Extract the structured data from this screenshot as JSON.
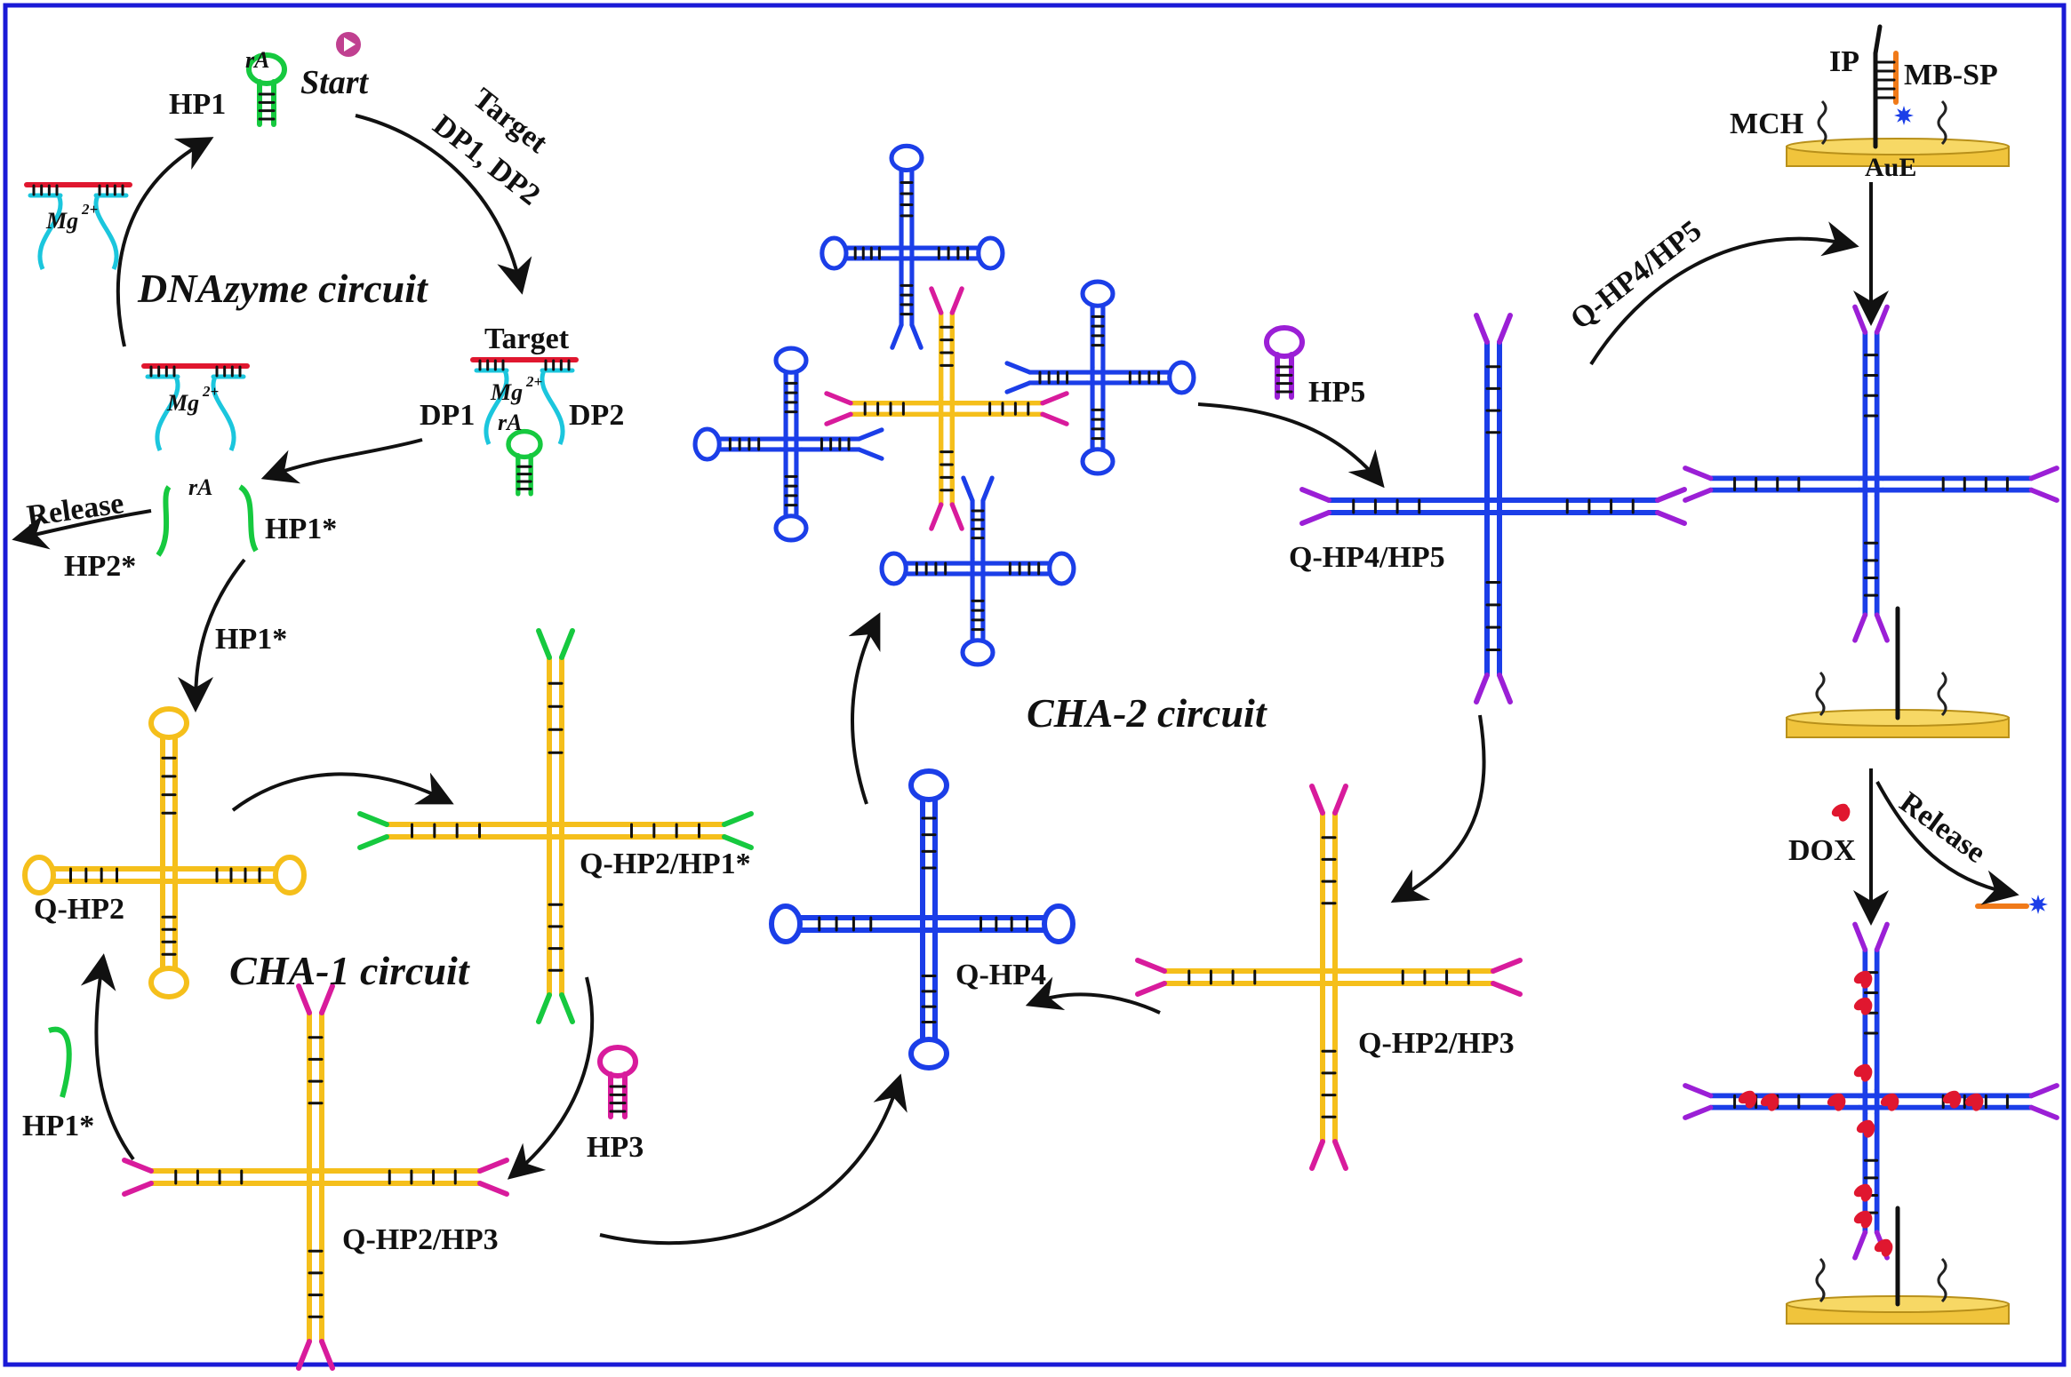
{
  "colors": {
    "frame": "#1a1ad6",
    "arrow": "#111111",
    "yellow": "#f5bf1b",
    "blue": "#1b3ee8",
    "green": "#16c93f",
    "magenta": "#d81b9c",
    "purple": "#9b1fd6",
    "cyan": "#1bc6dd",
    "red": "#e0172f",
    "orange": "#f07a19",
    "gold": "#f0c43c",
    "start": "#c04090"
  },
  "dnazyme": {
    "title": "DNAzyme circuit",
    "hp1": "HP1",
    "start": "Start",
    "ra": "rA",
    "mg": "Mg",
    "mg_sup": "2+",
    "target_arrow_line1": "Target",
    "target_arrow_line2": "DP1, DP2",
    "target": "Target",
    "dp1": "DP1",
    "dp2": "DP2",
    "release": "Release",
    "hp2_star": "HP2*",
    "hp1_star": "HP1*",
    "hp1_star_arrow": "HP1*"
  },
  "cha1": {
    "title": "CHA-1 circuit",
    "q_hp2": "Q-HP2",
    "q_hp2_hp1": "Q-HP2/HP1*",
    "hp3": "HP3",
    "q_hp2_hp3": "Q-HP2/HP3",
    "hp1_star": "HP1*"
  },
  "cha2": {
    "title": "CHA-2 circuit",
    "hp5": "HP5",
    "q_hp4_hp5": "Q-HP4/HP5",
    "q_hp4": "Q-HP4",
    "q_hp2_hp3": "Q-HP2/HP3"
  },
  "electrode": {
    "ip": "IP",
    "mb_sp": "MB-SP",
    "mch": "MCH",
    "aue": "AuE",
    "arrow_label": "Q-HP4/HP5",
    "dox": "DOX",
    "release": "Release"
  }
}
